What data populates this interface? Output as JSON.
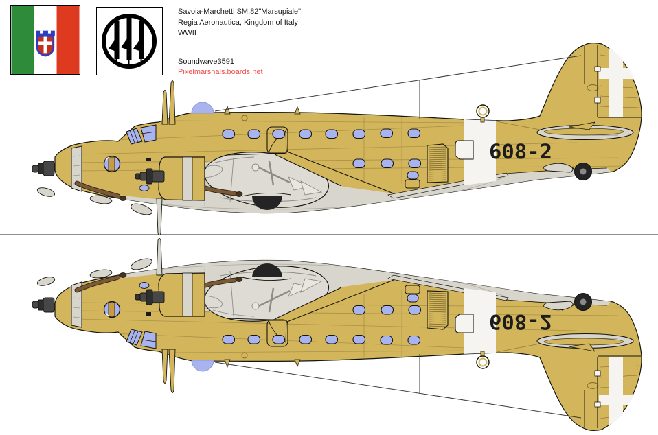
{
  "header": {
    "info_lines": [
      "Savoia-Marchetti SM.82\"Marsupiale\"",
      "Regia Aeronautica, Kingdom of Italy",
      "WWII"
    ],
    "credit": "Soundwave3591",
    "link": "Pixelmarshals.boards.net",
    "flag_icon": "italy-flag-savoy-icon",
    "roundel_icon": "fasces-roundel-icon"
  },
  "aircraft": {
    "tail_code": "608-2",
    "marking": "white-savoy-cross-on-rudder",
    "view_count": 2
  },
  "colors": {
    "camouflage_tan": "#d3b55c",
    "belly_gray": "#d8d5cd",
    "window_blue": "#a9b3ee",
    "band_white": "#f6f4f0",
    "flag_green": "#2e8b3a",
    "flag_red": "#dd3a20",
    "shield_red": "#c03123",
    "shield_blue": "#2b3fbf",
    "link_red": "#ef5350",
    "divider_gray": "#8f8f8f",
    "panel_line_tan": "#8f7c3a"
  }
}
